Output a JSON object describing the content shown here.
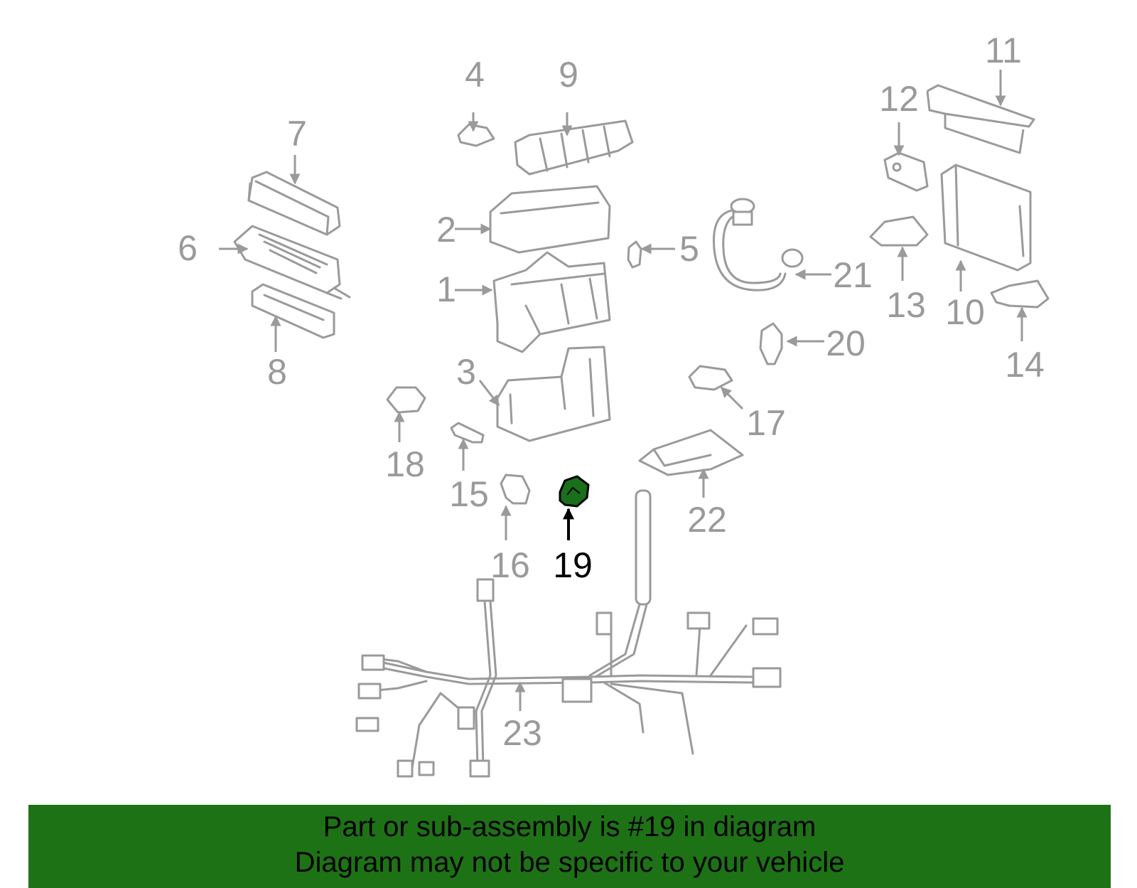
{
  "diagram": {
    "labels": {
      "p1": "1",
      "p2": "2",
      "p3": "3",
      "p4": "4",
      "p5": "5",
      "p6": "6",
      "p7": "7",
      "p8": "8",
      "p9": "9",
      "p10": "10",
      "p11": "11",
      "p12": "12",
      "p13": "13",
      "p14": "14",
      "p15": "15",
      "p16": "16",
      "p17": "17",
      "p18": "18",
      "p19": "19",
      "p20": "20",
      "p21": "21",
      "p22": "22",
      "p23": "23"
    },
    "highlighted_part": "19",
    "highlight_color": "#1a6f1a",
    "part_color": "#9a9a9a"
  },
  "banner": {
    "line1": "Part or sub-assembly is #19 in diagram",
    "line2": "Diagram may not be specific to your vehicle",
    "background": "#1e7216"
  }
}
